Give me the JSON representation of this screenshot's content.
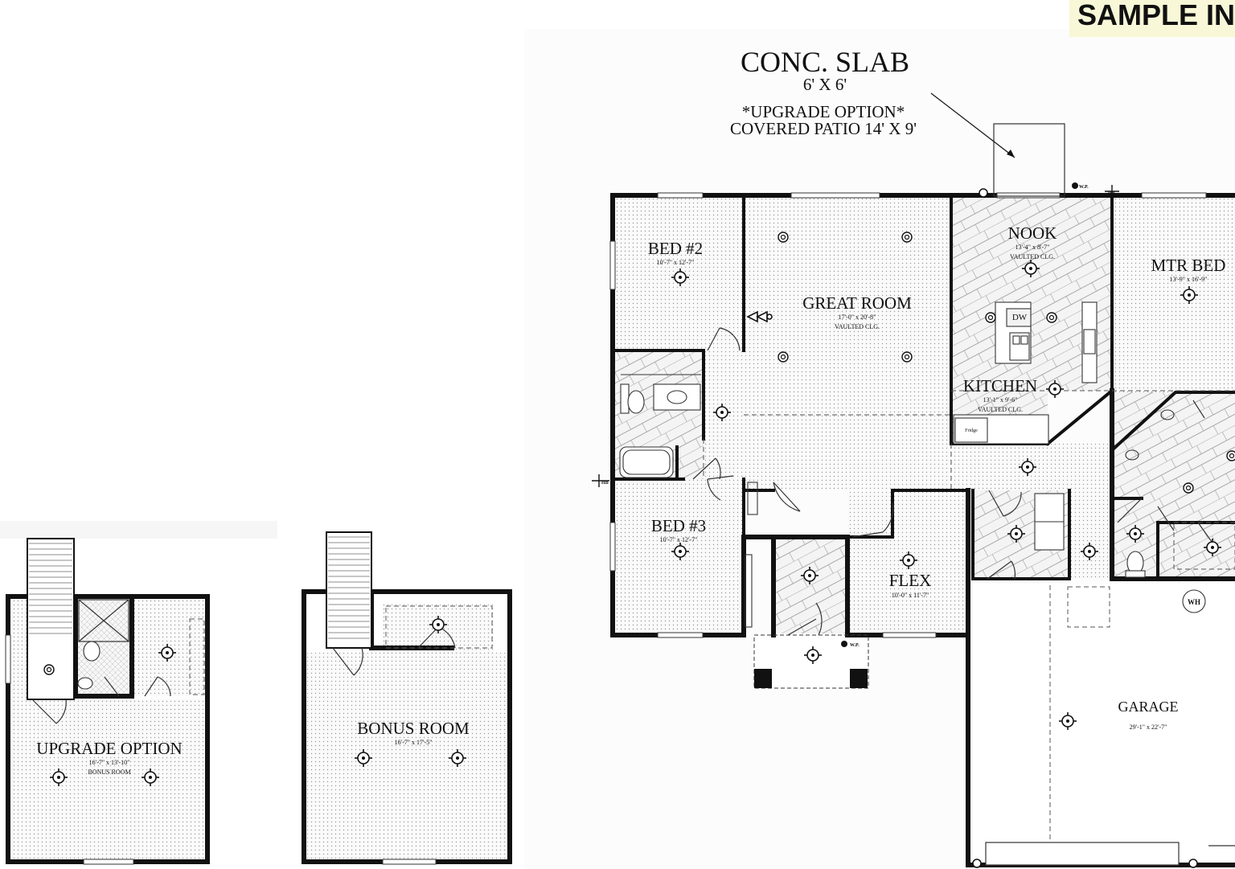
{
  "banner": {
    "text": "SAMPLE IN"
  },
  "patio": {
    "slab_title": "CONC. SLAB",
    "slab_size": "6' X 6'",
    "upgrade_line1": "*UPGRADE OPTION*",
    "upgrade_line2": "COVERED PATIO 14' X 9'"
  },
  "rooms": {
    "bed2": {
      "name": "BED #2",
      "dim": "10'-7\" x 12'-7\""
    },
    "great_room": {
      "name": "GREAT ROOM",
      "dim": "17'-0\" x 20'-8\"",
      "note": "VAULTED CLG."
    },
    "nook": {
      "name": "NOOK",
      "dim": "13'-4\" x 8'-7\"",
      "note": "VAULTED CLG."
    },
    "mtr_bed": {
      "name": "MTR BED",
      "dim": "13'-9\" x 16'-9\""
    },
    "kitchen": {
      "name": "KITCHEN",
      "dim": "13'-1\" x 9'-6\"",
      "note": "VAULTED CLG."
    },
    "bed3": {
      "name": "BED #3",
      "dim": "10'-7\" x 12'-7\""
    },
    "flex": {
      "name": "FLEX",
      "dim": "10'-0\" x 11'-7\""
    },
    "garage": {
      "name": "GARAGE",
      "dim": "29'-1\" x 22'-7\""
    },
    "upgrade_option": {
      "name": "UPGRADE OPTION",
      "dim": "16'-7\" x 13'-10\"",
      "note": "BONUS ROOM"
    },
    "bonus_room": {
      "name": "BONUS ROOM",
      "dim": "16'-7\" x 17'-5\""
    }
  },
  "fixtures": {
    "dw": "DW",
    "wh": "WH",
    "fridge": "Fridge",
    "wp": "W.P.",
    "hb": "HB"
  }
}
